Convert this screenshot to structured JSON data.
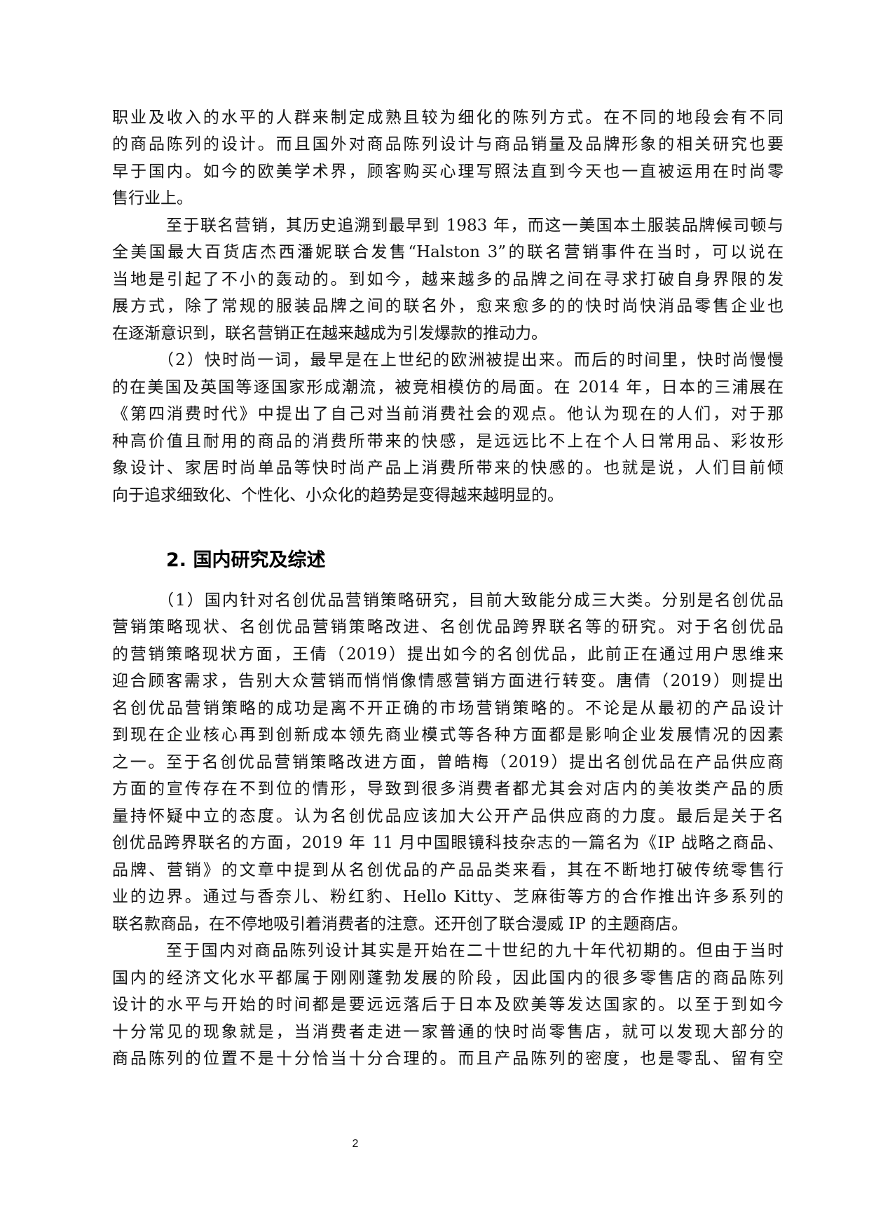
{
  "document": {
    "section1_paragraphs": [
      {
        "lines": [
          "职业及收入的水平的人群来制定成熟且较为细化的陈列方式。在不同的地段会有不同",
          "的商品陈列的设计。而且国外对商品陈列设计与商品销量及品牌形象的相关研究也要",
          "早于国内。如今的欧美学术界，顾客购买心理写照法直到今天也一直被运用在时尚零",
          "售行业上。"
        ]
      },
      {
        "lines": [
          "至于联名营销，其历史追溯到最早到 1983 年，而这一美国本土服装品牌候司顿与",
          "全美国最大百货店杰西潘妮联合发售“Halston 3”的联名营销事件在当时，可以说在",
          "当地是引起了不小的轰动的。到如今，越来越多的品牌之间在寻求打破自身界限的发",
          "展方式，除了常规的服装品牌之间的联名外，愈来愈多的的快时尚快消品零售企业也",
          "在逐渐意识到，联名营销正在越来越成为引发爆款的推动力。"
        ]
      },
      {
        "lines": [
          "（2）快时尚一词，最早是在上世纪的欧洲被提出来。而后的时间里，快时尚慢慢",
          "的在美国及英国等逐国家形成潮流，被竞相模仿的局面。在 2014 年，日本的三浦展在",
          "《第四消费时代》中提出了自己对当前消费社会的观点。他认为现在的人们，对于那",
          "种高价值且耐用的商品的消费所带来的快感，是远远比不上在个人日常用品、彩妆形",
          "象设计、家居时尚单品等快时尚产品上消费所带来的快感的。也就是说，人们目前倾",
          "向于追求细致化、个性化、小众化的趋势是变得越来越明显的。"
        ]
      }
    ],
    "section2_heading": "2. 国内研究及综述",
    "section2_paragraphs": [
      {
        "lines": [
          "（1）国内针对名创优品营销策略研究，目前大致能分成三大类。分别是名创优品",
          "营销策略现状、名创优品营销策略改进、名创优品跨界联名等的研究。对于名创优品",
          "的营销策略现状方面，王倩（2019）提出如今的名创优品，此前正在通过用户思维来",
          "迎合顾客需求，告别大众营销而悄悄像情感营销方面进行转变。唐倩（2019）则提出",
          "名创优品营销策略的成功是离不开正确的市场营销策略的。不论是从最初的产品设计",
          "到现在企业核心再到创新成本领先商业模式等各种方面都是影响企业发展情况的因素",
          "之一。至于名创优品营销策略改进方面，曾皓梅（2019）提出名创优品在产品供应商",
          "方面的宣传存在不到位的情形，导致到很多消费者都尤其会对店内的美妆类产品的质",
          "量持怀疑中立的态度。认为名创优品应该加大公开产品供应商的力度。最后是关于名",
          "创优品跨界联名的方面，2019 年 11 月中国眼镜科技杂志的一篇名为《IP 战略之商品、",
          "品牌、营销》的文章中提到从名创优品的产品品类来看，其在不断地打破传统零售行",
          "业的边界。通过与香奈儿、粉红豹、Hello Kitty、芝麻街等方的合作推出许多系列的",
          "联名款商品，在不停地吸引着消费者的注意。还开创了联合漫威 IP 的主题商店。"
        ]
      },
      {
        "lines": [
          "至于国内对商品陈列设计其实是开始在二十世纪的九十年代初期的。但由于当时",
          "国内的经济文化水平都属于刚刚蓬勃发展的阶段，因此国内的很多零售店的商品陈列",
          "设计的水平与开始的时间都是要远远落后于日本及欧美等发达国家的。以至于到如今",
          "十分常见的现象就是，当消费者走进一家普通的快时尚零售店，就可以发现大部分的",
          "商品陈列的位置不是十分恰当十分合理的。而且产品陈列的密度，也是零乱、留有空"
        ]
      }
    ],
    "page_number": "2"
  }
}
